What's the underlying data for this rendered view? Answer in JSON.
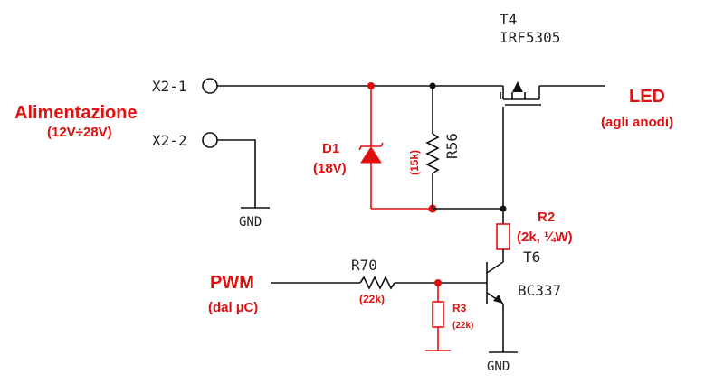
{
  "connectors": {
    "x2_1": "X2-1",
    "x2_2": "X2-2",
    "gnd_left": "GND",
    "gnd_right": "GND"
  },
  "power": {
    "title": "Alimentazione",
    "range": "(12V÷28V)"
  },
  "led": {
    "title": "LED",
    "note": "(agli anodi)"
  },
  "pwm": {
    "title": "PWM",
    "note": "(dal µC)"
  },
  "components": {
    "t4_ref": "T4",
    "t4_part": "IRF5305",
    "d1_ref": "D1",
    "d1_value": "(18V)",
    "r56_ref": "R56",
    "r56_value": "(15k)",
    "r2_ref": "R2",
    "r2_value": "(2k, ¼W)",
    "t6_ref": "T6",
    "t6_part": "BC337",
    "r70_ref": "R70",
    "r70_value": "(22k)",
    "r3_ref": "R3",
    "r3_value": "(22k)"
  },
  "colors": {
    "wire": "#111111",
    "annotation": "#e01010"
  }
}
